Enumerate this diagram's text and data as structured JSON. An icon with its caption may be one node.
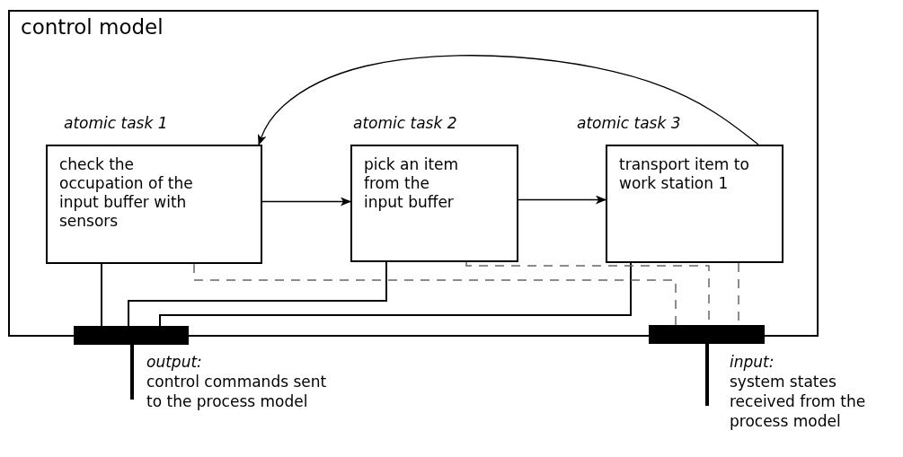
{
  "diagram": {
    "nodes": [
      {
        "text": [
          "control model"
        ]
      },
      {
        "text": [
          "atomic task 1",
          "check the occupation of the input buffer with sensors"
        ],
        "in": 0
      },
      {
        "text": [
          "atomic task 2",
          "pick an item from the input buffer"
        ],
        "in": 0
      },
      {
        "text": [
          "atomic task 3",
          "transport item to work station 1"
        ],
        "in": 0
      },
      {
        "text": [],
        "shape": "bar",
        "beside": [
          "output:",
          "control commands sent to the process model"
        ]
      },
      {
        "text": [],
        "shape": "bar",
        "beside": [
          "input:",
          "system states received from the process model"
        ]
      }
    ],
    "edges": [
      {
        "from": 1,
        "to": 2,
        "arrow": "to"
      },
      {
        "from": 2,
        "to": 3,
        "arrow": "to"
      },
      {
        "from": 3,
        "to": 1,
        "arrow": "to"
      },
      {
        "from": 1,
        "to": 4,
        "arrow": "none"
      },
      {
        "from": 2,
        "to": 4,
        "arrow": "none"
      },
      {
        "from": 3,
        "to": 4,
        "arrow": "none"
      },
      {
        "from": 1,
        "to": 5,
        "arrow": "none",
        "style": "dashed",
        "color": "#666666"
      },
      {
        "from": 2,
        "to": 5,
        "arrow": "none",
        "style": "dashed",
        "color": "#666666"
      },
      {
        "from": 3,
        "to": 5,
        "arrow": "none",
        "style": "dashed",
        "color": "#666666"
      }
    ]
  }
}
